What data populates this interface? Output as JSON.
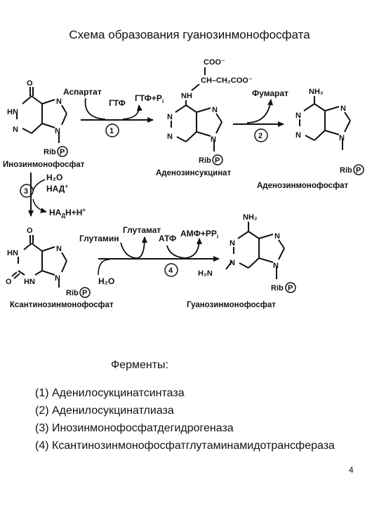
{
  "title": "Схема образования гуанозинмонофосфата",
  "reagents": {
    "aspartate": "Аспартат",
    "gtp": "ГТФ",
    "gdp_pi": "ГТФ+P",
    "pi_sub": "i",
    "fumarate": "Фумарат",
    "water_top": "H₂O",
    "nad": "НАД",
    "nad_charge": "+",
    "nadh": "НА",
    "nadh_sub": "Д",
    "nadh_rest": "Н+Н",
    "nadh_charge": "+",
    "glutamine": "Глутамин",
    "glutamate": "Глутамат",
    "atp": "АТФ",
    "amp_ppi": "АМФ+PP",
    "ppi_sub": "i",
    "water_bottom": "H₂O"
  },
  "steps": [
    "1",
    "2",
    "3",
    "4"
  ],
  "compounds": {
    "imp": "Инозинмонофосфат",
    "adenylosuccinate": "Аденозинсукцинат",
    "amp": "Аденозинмонофосфат",
    "xmp": "Ксантинозинмонофосфат",
    "gmp": "Гуанозинмонофосфат"
  },
  "atoms": {
    "O": "O",
    "HN": "HN",
    "N": "N",
    "NH": "NH",
    "NH2": "NH₂",
    "H2N": "H₂N",
    "Rib": "Rib",
    "P": "P",
    "coo_top": "COO⁻",
    "chain": "CH–CH₂COO⁻"
  },
  "enzymes_title": "Ферменты:",
  "enzymes": [
    "(1) Аденилосукцинатсинтаза",
    "(2) Аденилосукцинатлиаза",
    "(3) Инозинмонофосфатдегидрогеназа",
    "(4) Ксантинозинмонофосфатглутаминамидотрансфераза"
  ],
  "page_number": "4"
}
